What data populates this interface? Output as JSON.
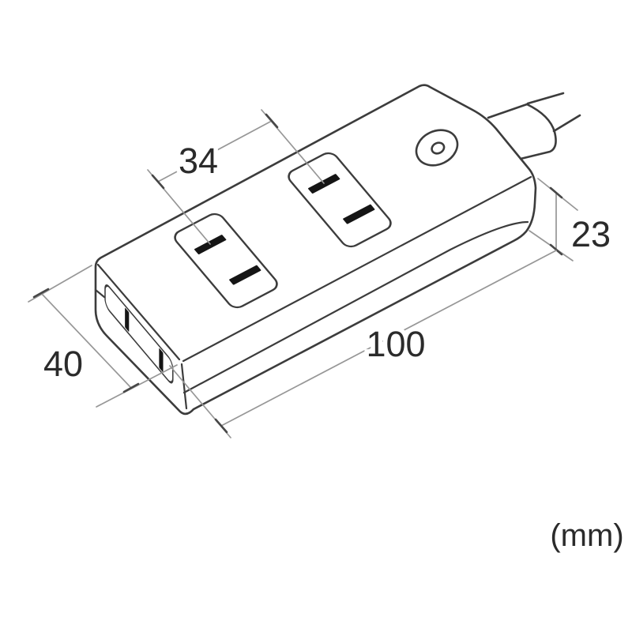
{
  "unit_label": "(mm)",
  "dimensions": {
    "outlet_pitch": "34",
    "height": "23",
    "length": "100",
    "depth": "40"
  },
  "colors": {
    "outline": "#3c3c3c",
    "dimension_line": "#979797",
    "dimension_tick": "#474747",
    "label_text": "#2b2b2b",
    "slot_fill": "#151515",
    "background": "#ffffff"
  }
}
